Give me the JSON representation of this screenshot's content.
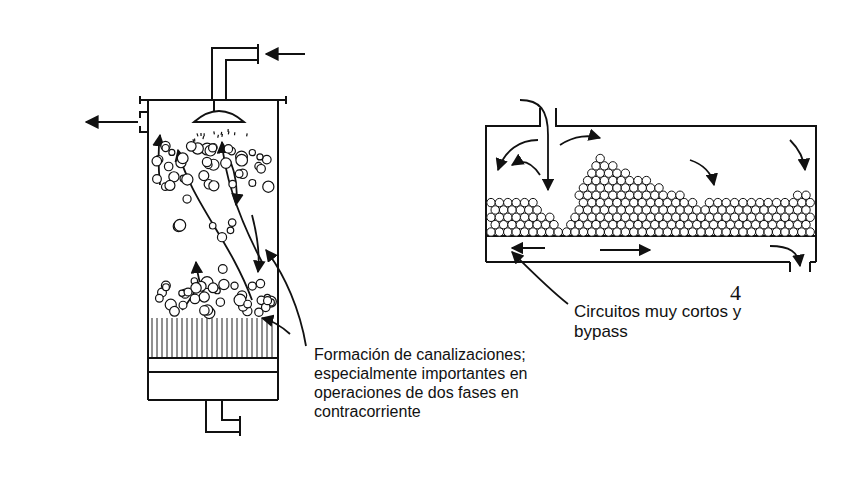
{
  "diagram": {
    "labels": [
      "Formación de canalizaciones; especialmente importantes en operaciones de dos fases en contracorriente",
      "Circuitos muy cortos y bypass",
      "4"
    ]
  }
}
